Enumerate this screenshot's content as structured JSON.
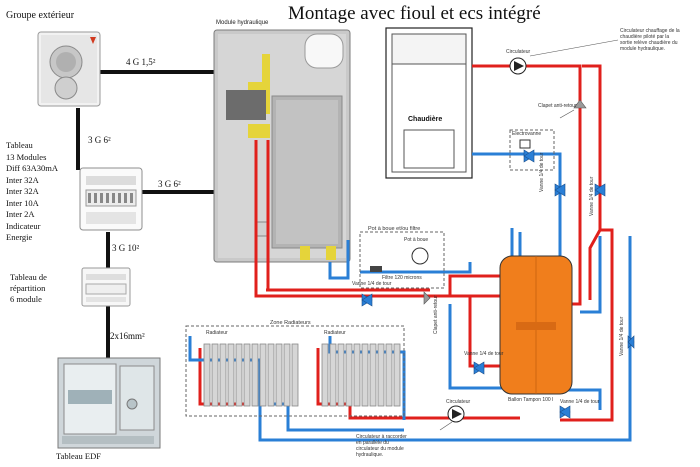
{
  "title": "Montage avec fioul et ecs intégré",
  "labels": {
    "groupe_exterieur": "Groupe extérieur",
    "module_hydraulique": "Module hydraulique",
    "cable_4g": "4 G 1,5²",
    "cable_3g6_a": "3 G 6²",
    "cable_3g6_b": "3 G 6²",
    "cable_3g10": "3 G 10²",
    "cable_2x16": "2x16mm²",
    "tableau_lines": [
      "Tableau",
      "13 Modules",
      "Diff 63A30mA",
      "Inter 32A",
      "Inter 32A",
      "Inter 10A",
      "Inter 2A",
      "Indicateur",
      "Energie"
    ],
    "tableau_repartition_lines": [
      "Tableau de",
      "répartition",
      "6 module"
    ],
    "tableau_edf": "Tableau EDF",
    "chaudiere": "Chaudière",
    "circulateur_top": "Circulateur",
    "circulateur_note_lines": [
      "Circulateur chauffage de la",
      "chaudière piloté par la",
      "sortie relève chaudière du",
      "module hydraulique."
    ],
    "clapet_anti_retour_1": "Clapet anti-retour",
    "electrovanne": "Electrovanne",
    "vanne_14_a": "Vanne 1/4 de tour",
    "vanne_14_b": "Vanne 1/4 de tour",
    "pot_a_boue_title": "Pot à boue et/ou filtre",
    "pot_a_boue": "Pot à boue",
    "filtre": "Filtre 120 microns",
    "vanne_14_c": "Vanne 1/4 de tour",
    "clapet_anti_retour_2": "Clapet anti-retour",
    "zone_radiateurs": "Zone Radiateurs",
    "radiateur_1": "Radiateur",
    "radiateur_2": "Radiateur",
    "vanne_14_d": "Vanne 1/4 de tour",
    "vanne_14_e": "Vanne 1/4 de tour",
    "ballon": "Ballon Tampon 100 l",
    "vanne_14_f": "Vanne 1/4 de tour",
    "circulateur_bottom": "Circulateur",
    "circulateur_bottom_note_lines": [
      "Circulateur à raccorder",
      "en parallèle du",
      "circulateur du module",
      "hydraulique."
    ]
  },
  "colors": {
    "hot_pipe": "#e0201c",
    "cold_pipe": "#2a7fd6",
    "cable": "#111111",
    "tank": "#f07e1c"
  }
}
